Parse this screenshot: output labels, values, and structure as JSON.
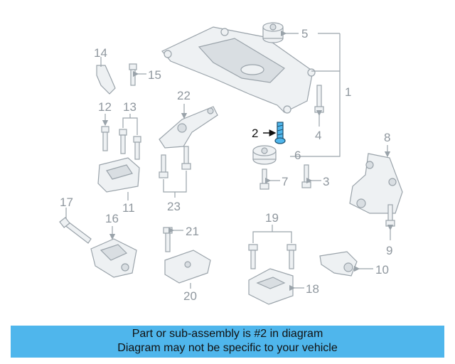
{
  "diagram": {
    "callouts": [
      "1",
      "2",
      "3",
      "4",
      "5",
      "6",
      "7",
      "8",
      "9",
      "10",
      "11",
      "12",
      "13",
      "14",
      "15",
      "16",
      "17",
      "18",
      "19",
      "20",
      "21",
      "22",
      "23"
    ],
    "highlighted_callout": "2",
    "highlight_color": "#4fb6ec"
  },
  "banner": {
    "line1": "Part or sub-assembly is #2 in diagram",
    "line2": "Diagram may not be specific to your vehicle",
    "background": "#4fb6ec"
  }
}
